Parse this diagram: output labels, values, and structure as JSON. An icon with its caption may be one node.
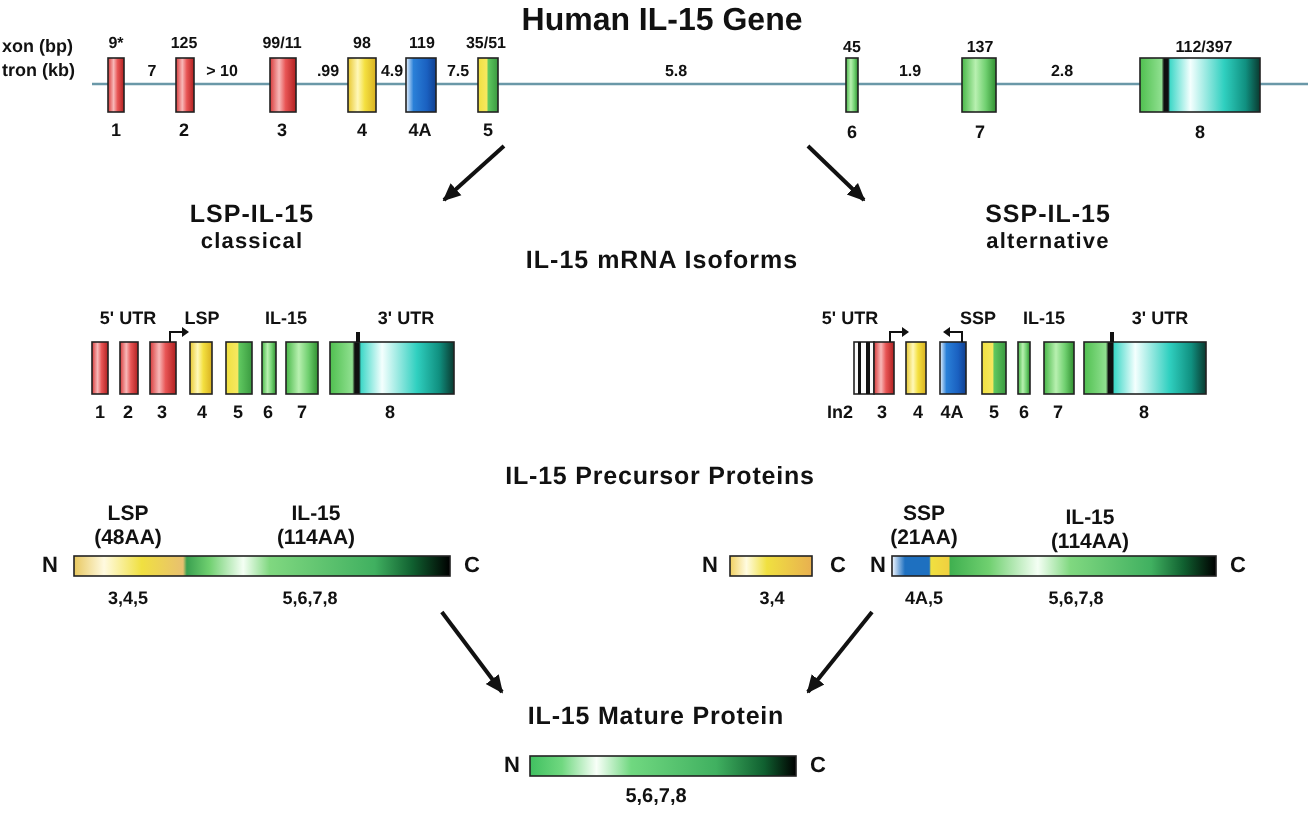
{
  "diagram": {
    "nodes": [
      {
        "text": [
          "Human IL-15 Gene"
        ]
      },
      {
        "text": [
          "LSP-IL-15",
          "classical"
        ]
      },
      {
        "text": [
          "SSP-IL-15",
          "alternative"
        ]
      },
      {
        "text": [
          "LSP (48AA)",
          "IL-15 (114AA)"
        ]
      },
      {
        "text": [],
        "shape": "bar"
      },
      {
        "text": [
          "SSP (21AA)",
          "IL-15 (114AA)"
        ]
      },
      {
        "text": [
          "IL-15 Mature Protein"
        ]
      }
    ],
    "edges": [
      {
        "from": 0,
        "to": 1,
        "arrow": "to"
      },
      {
        "from": 0,
        "to": 2,
        "arrow": "to"
      },
      {
        "from": 3,
        "to": 6,
        "arrow": "to"
      },
      {
        "from": 5,
        "to": 6,
        "arrow": "to"
      }
    ],
    "labels": [
      "xon (bp)",
      "9*",
      "125",
      "99/11",
      "98",
      "119",
      "35/51",
      "45",
      "137",
      "112/397",
      "tron (kb)",
      "7",
      "> 10",
      ".99",
      "4.9",
      "7.5",
      "5.8",
      "1.9",
      "2.8",
      "1",
      "2",
      "3",
      "4",
      "4A",
      "5",
      "6",
      "7",
      "8",
      "IL-15 mRNA Isoforms",
      "5' UTR",
      "LSP",
      "IL-15",
      "3' UTR",
      "5' UTR",
      "SSP",
      "IL-15",
      "3' UTR",
      "1",
      "2",
      "3",
      "4",
      "5",
      "6",
      "7",
      "8",
      "In2",
      "3",
      "4",
      "4A",
      "5",
      "6",
      "7",
      "8",
      "IL-15 Precursor Proteins",
      "N",
      "C",
      "N",
      "C",
      "N",
      "C",
      "3,4,5",
      "5,6,7,8",
      "3,4",
      "4A,5",
      "5,6,7,8",
      "N",
      "C",
      "5,6,7,8"
    ]
  }
}
